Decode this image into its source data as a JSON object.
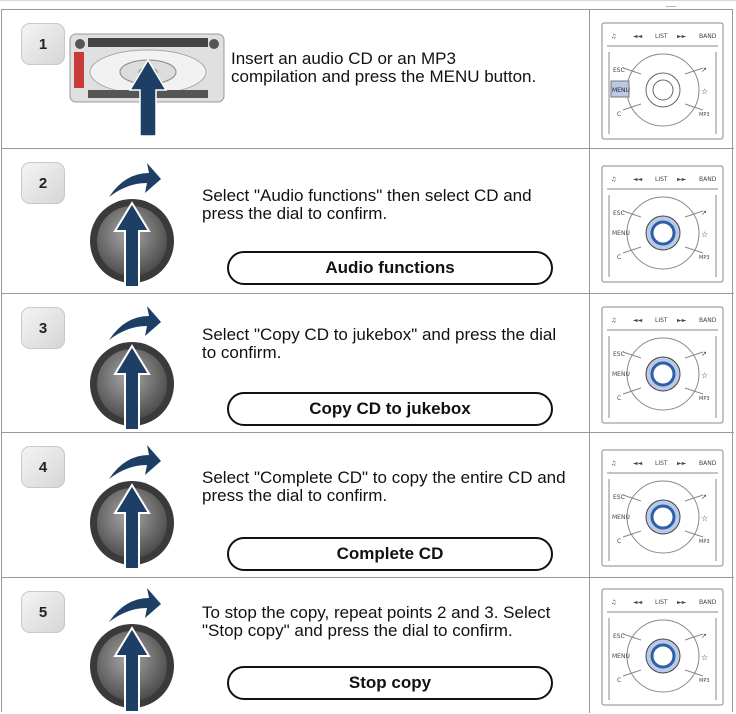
{
  "steps": [
    {
      "number": "1",
      "text": "Insert an audio CD or an MP3 compilation and press the MENU button.",
      "pill": ""
    },
    {
      "number": "2",
      "text": "Select \"Audio functions\" then select CD and press the dial to confirm.",
      "pill": "Audio functions"
    },
    {
      "number": "3",
      "text": "Select \"Copy CD to jukebox\" and press the dial to confirm.",
      "pill": "Copy CD to jukebox"
    },
    {
      "number": "4",
      "text": "Select \"Complete CD\" to copy the entire CD and press the dial to confirm.",
      "pill": "Complete CD"
    },
    {
      "number": "5",
      "text": "To stop the copy, repeat points 2 and 3. Select \"Stop copy\" and press the dial to confirm.",
      "pill": "Stop copy"
    }
  ],
  "control_panel": {
    "buttons": [
      "♫",
      "◄◄",
      "LIST",
      "►►",
      "BAND"
    ],
    "left_labels": [
      "ESC",
      "MENU",
      "C"
    ],
    "right_labels": [
      "↗",
      "☆",
      "MP3"
    ]
  },
  "colors": {
    "highlight": "#b9c9e6",
    "dial_blue": "#2e5fa8",
    "arrow": "#1d3f66"
  }
}
